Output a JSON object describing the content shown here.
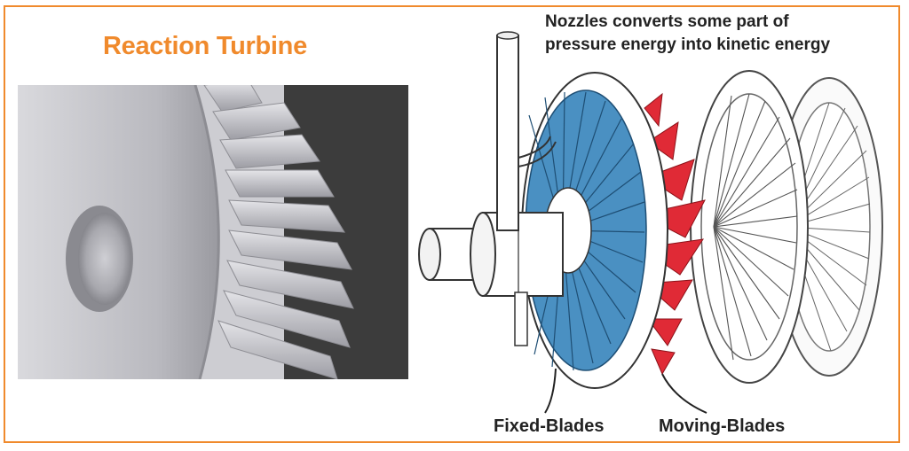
{
  "title": "Reaction Turbine",
  "caption": {
    "line1": "Nozzles converts some part of",
    "line2": "pressure energy into kinetic energy"
  },
  "labels": {
    "fixed_blades": "Fixed-Blades",
    "moving_blades": "Moving-Blades"
  },
  "colors": {
    "frame": "#f08a2c",
    "title": "#f08a2c",
    "fixed_blades": "#4a90c2",
    "moving_blades": "#e02a36",
    "photo_bg": "#3c3c3c"
  }
}
